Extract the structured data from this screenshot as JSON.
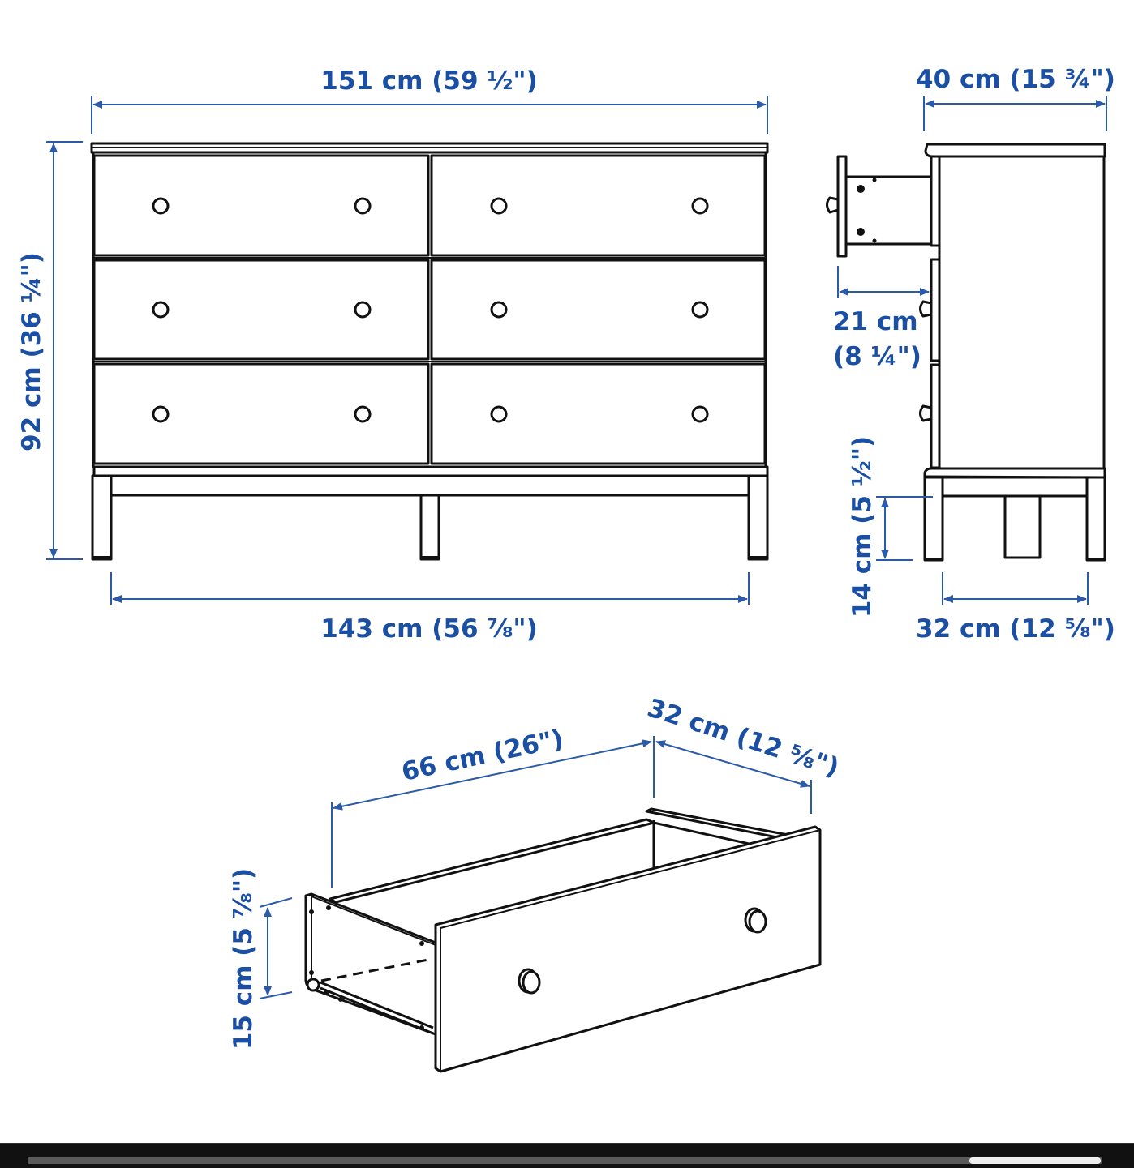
{
  "diagram": {
    "colors": {
      "dimension": "#1a4fa3",
      "line": "#111111",
      "background": "#ffffff"
    },
    "front_view": {
      "width_label": "151 cm (59 ½\")",
      "height_label": "92 cm (36 ¼\")",
      "leg_span_label": "143 cm (56 ⅞\")",
      "drawer_rows": 3,
      "drawer_columns": 2,
      "knobs_per_drawer": 2
    },
    "side_view": {
      "depth_label": "40 cm (15 ¾\")",
      "drawer_extension_label_line1": "21 cm",
      "drawer_extension_label_line2": "(8 ¼\")",
      "floor_clearance_label": "14 cm (5 ½\")",
      "leg_depth_label": "32 cm (12 ⅝\")"
    },
    "drawer_view": {
      "length_label": "66 cm (26\")",
      "depth_label": "32 cm (12 ⅝\")",
      "height_label": "15 cm (5 ⅞\")"
    }
  },
  "viewer": {
    "scrollbar": {
      "thumb_position_pct": 88
    }
  }
}
